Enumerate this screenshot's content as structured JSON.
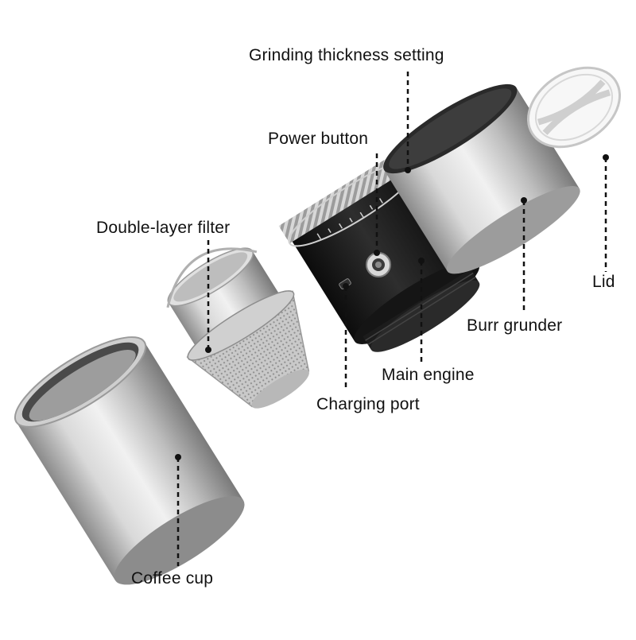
{
  "labels": {
    "grinding_setting": "Grinding thickness setting",
    "power_button": "Power button",
    "double_layer_filter": "Double-layer filter",
    "lid": "Lid",
    "burr_grinder": "Burr grunder",
    "main_engine": "Main engine",
    "charging_port": "Charging port",
    "coffee_cup": "Coffee cup"
  },
  "colors": {
    "steel": "#b9b9b9",
    "steel_light": "#e6e6e6",
    "steel_dark": "#7d7d7d",
    "body_black": "#1b1b1b",
    "leader_line": "#111111",
    "lid_clear": "#f2f2f2"
  },
  "icons": [
    "usb-port-icon",
    "power-button-icon"
  ]
}
